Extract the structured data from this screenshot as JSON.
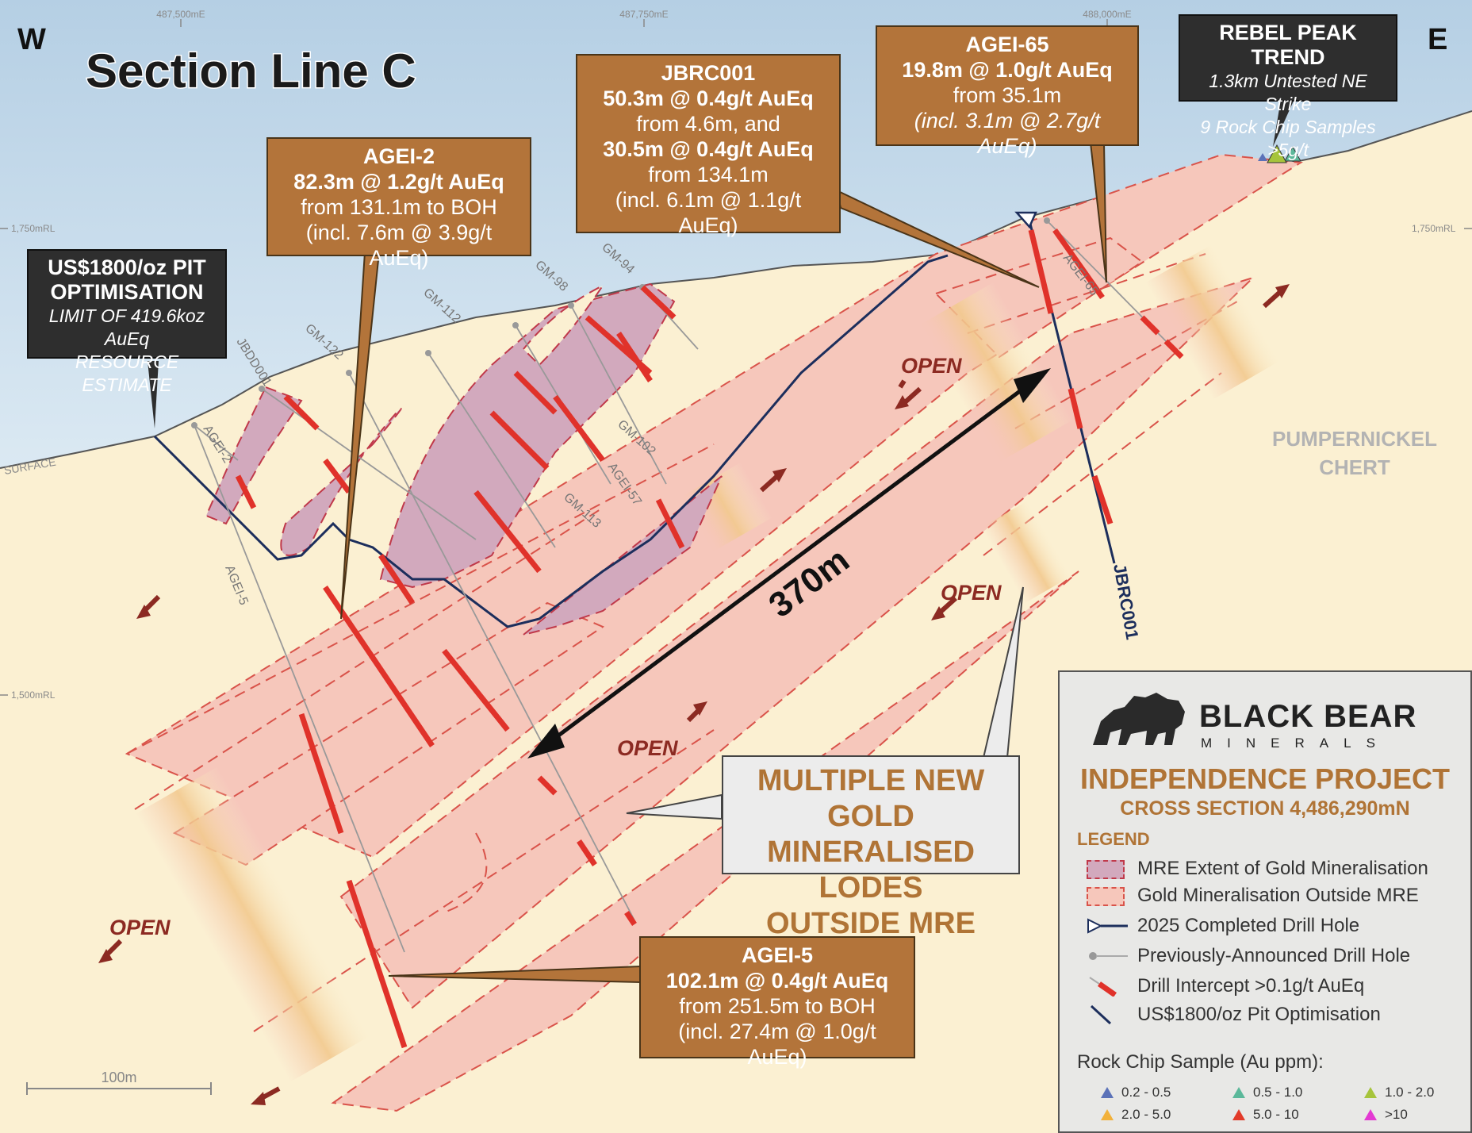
{
  "title": "Section Line C",
  "compass": {
    "west": "W",
    "east": "E"
  },
  "eastings": [
    "487,500mE",
    "487,750mE",
    "488,000mE"
  ],
  "rls": {
    "upper_left": "1,750mRL",
    "upper_right": "1,750mRL",
    "lower_left": "1,500mRL"
  },
  "surface_label": "SURFACE",
  "callouts": {
    "agei2": {
      "l1": "AGEI-2",
      "l2": "82.3m @ 1.2g/t AuEq",
      "l3": "from 131.1m to BOH",
      "l4": "(incl. 7.6m @ 3.9g/t AuEq)"
    },
    "jbrc001": {
      "l1": "JBRC001",
      "l2": "50.3m @ 0.4g/t AuEq",
      "l3": "from 4.6m, and",
      "l4": "30.5m @ 0.4g/t AuEq",
      "l5": "from 134.1m",
      "l6": "(incl. 6.1m @ 1.1g/t AuEq)"
    },
    "agei65": {
      "l1": "AGEI-65",
      "l2": "19.8m @ 1.0g/t AuEq",
      "l3": "from 35.1m",
      "l4": "(incl. 3.1m @ 2.7g/t AuEq)"
    },
    "agei5": {
      "l1": "AGEI-5",
      "l2": "102.1m @ 0.4g/t AuEq",
      "l3": "from 251.5m to BOH",
      "l4": "(incl. 27.4m @ 1.0g/t AuEq)"
    }
  },
  "pit_box": {
    "l1": "US$1800/oz PIT",
    "l2": "OPTIMISATION",
    "l3": "LIMIT OF 419.6koz AuEq",
    "l4": "RESOURCE ESTIMATE"
  },
  "rebel_box": {
    "l1": "REBEL PEAK TREND",
    "l2": "1.3km Untested NE Strike",
    "l3": "9 Rock Chip Samples >5g/t"
  },
  "open_label": "OPEN",
  "distance_label": "370m",
  "chert_label": {
    "l1": "PUMPERNICKEL",
    "l2": "CHERT"
  },
  "lodes_box": {
    "l1": "MULTIPLE NEW GOLD",
    "l2": "MINERALISED LODES",
    "l3": "OUTSIDE MRE"
  },
  "scale_label": "100m",
  "holes": [
    "JBDD001",
    "AGEI-2",
    "AGEI-5",
    "GM-122",
    "GM-112",
    "GM-98",
    "GM-94",
    "GM-102",
    "AGEI-57",
    "GM-113",
    "AGEI-65",
    "JBRC001"
  ],
  "brand": {
    "name": "BLACK BEAR",
    "sub": "MINERALS"
  },
  "project": {
    "name": "INDEPENDENCE PROJECT",
    "section": "CROSS SECTION 4,486,290mN"
  },
  "legend": {
    "title": "LEGEND",
    "items": [
      "MRE Extent of Gold Mineralisation",
      "Gold Mineralisation Outside MRE",
      "2025 Completed Drill Hole",
      "Previously-Announced Drill Hole",
      "Drill Intercept >0.1g/t AuEq",
      "US$1800/oz Pit Optimisation"
    ],
    "rockchip_title": "Rock Chip Sample (Au ppm):",
    "rockchip": [
      {
        "label": "0.2 - 0.5",
        "color": "#5b72b8"
      },
      {
        "label": "0.5 - 1.0",
        "color": "#5bb89a"
      },
      {
        "label": "1.0 - 2.0",
        "color": "#a6c43c"
      },
      {
        "label": "2.0 - 5.0",
        "color": "#f2b13a"
      },
      {
        "label": "5.0 - 10",
        "color": "#e23b2a"
      },
      {
        "label": ">10",
        "color": "#e33ad2"
      }
    ]
  },
  "colors": {
    "sky": "#c5dbea",
    "ground": "#fbf0d2",
    "mre": "#d2a9bd",
    "outside": "#f6c7bb",
    "intercept": "#e0322a",
    "pit": "#1c2e5c",
    "callout": "#b3743a",
    "arrow": "#8c2a22"
  }
}
